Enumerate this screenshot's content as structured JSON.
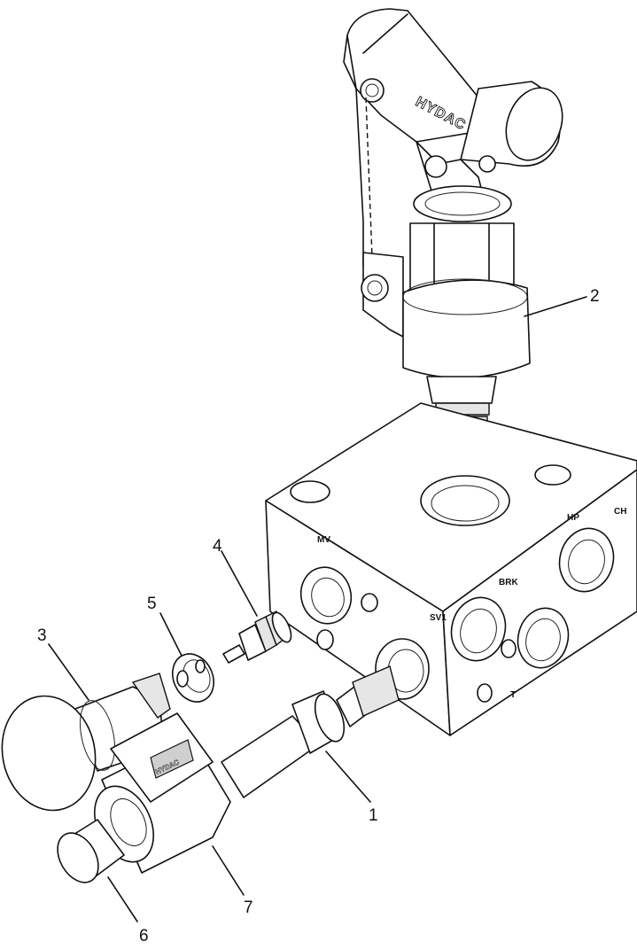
{
  "callouts": [
    "1",
    "2",
    "3",
    "4",
    "5",
    "6",
    "7"
  ],
  "port_labels": {
    "mv": "MV",
    "sv1": "SV1",
    "brk": "BRK",
    "hp": "HP",
    "ch": "CH",
    "t": "T"
  },
  "branding": {
    "pump_logo": "HYDAC",
    "connector_logo": "HYDAC"
  }
}
